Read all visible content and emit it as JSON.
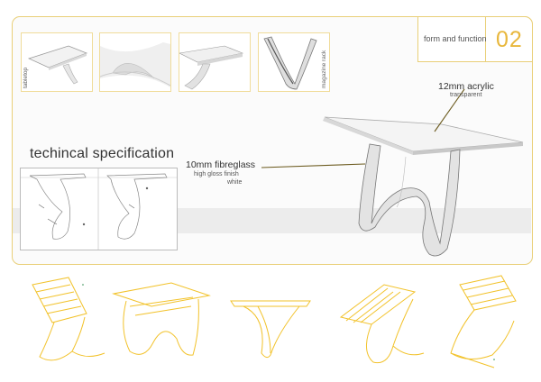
{
  "header": {
    "title": "form and function",
    "sheet_number": "02"
  },
  "thumbnails": [
    {
      "label": "tabletop"
    },
    {
      "label": ""
    },
    {
      "label": ""
    },
    {
      "label": "magazine rack"
    }
  ],
  "spec": {
    "title": "techincal specification"
  },
  "callouts": {
    "top": {
      "main": "12mm acrylic",
      "sub": "transparent"
    },
    "left": {
      "main": "10mm fibreglass",
      "sub1": "high gloss finish",
      "sub2": "white"
    }
  },
  "colors": {
    "accent": "#e8b73c",
    "wireframe": "#f2c22a",
    "frame": "#e9cf78",
    "callout_line": "#6b5a1e"
  }
}
